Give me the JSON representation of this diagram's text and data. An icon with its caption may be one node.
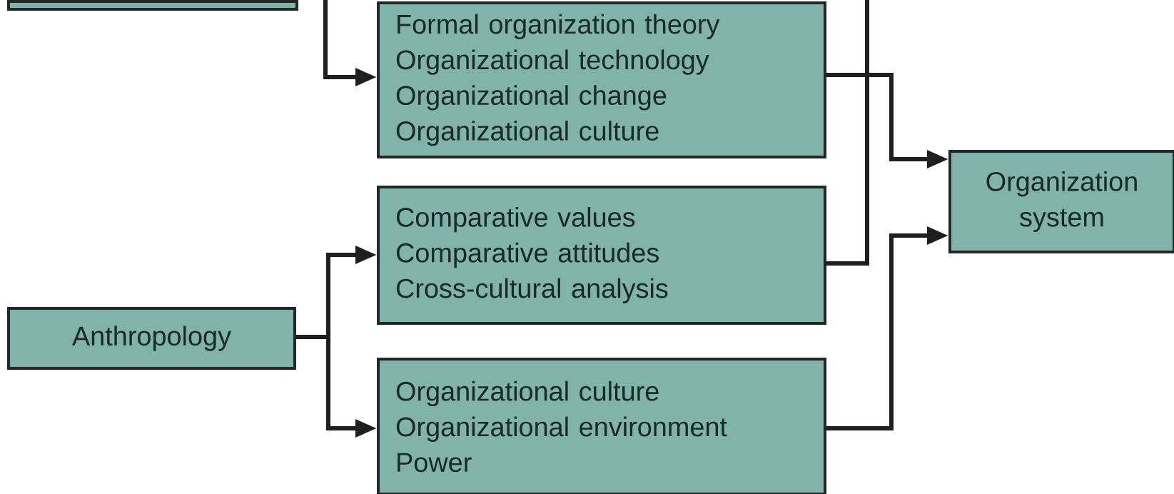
{
  "diagram": {
    "nodes": [
      {
        "text": [],
        "shape": "box"
      },
      {
        "text": [
          "Formal organization theory",
          "Organizational technology",
          "Organizational change",
          "Organizational culture"
        ]
      },
      {
        "text": [
          "Comparative values",
          "Comparative attitudes",
          "Cross-cultural analysis"
        ]
      },
      {
        "text": [
          "Anthropology"
        ]
      },
      {
        "text": [
          "Organizational culture",
          "Organizational environment",
          "Power"
        ]
      },
      {
        "text": [
          "Organization system"
        ]
      }
    ],
    "edges": [
      {
        "from": null,
        "to": 1,
        "arrow": "to"
      },
      {
        "from": 1,
        "to": 5,
        "arrow": "to"
      },
      {
        "from": 2,
        "to": null,
        "arrow": "none"
      },
      {
        "from": 3,
        "to": 2,
        "arrow": "to"
      },
      {
        "from": 3,
        "to": 4,
        "arrow": "to"
      },
      {
        "from": 4,
        "to": 5,
        "arrow": "to"
      }
    ]
  }
}
